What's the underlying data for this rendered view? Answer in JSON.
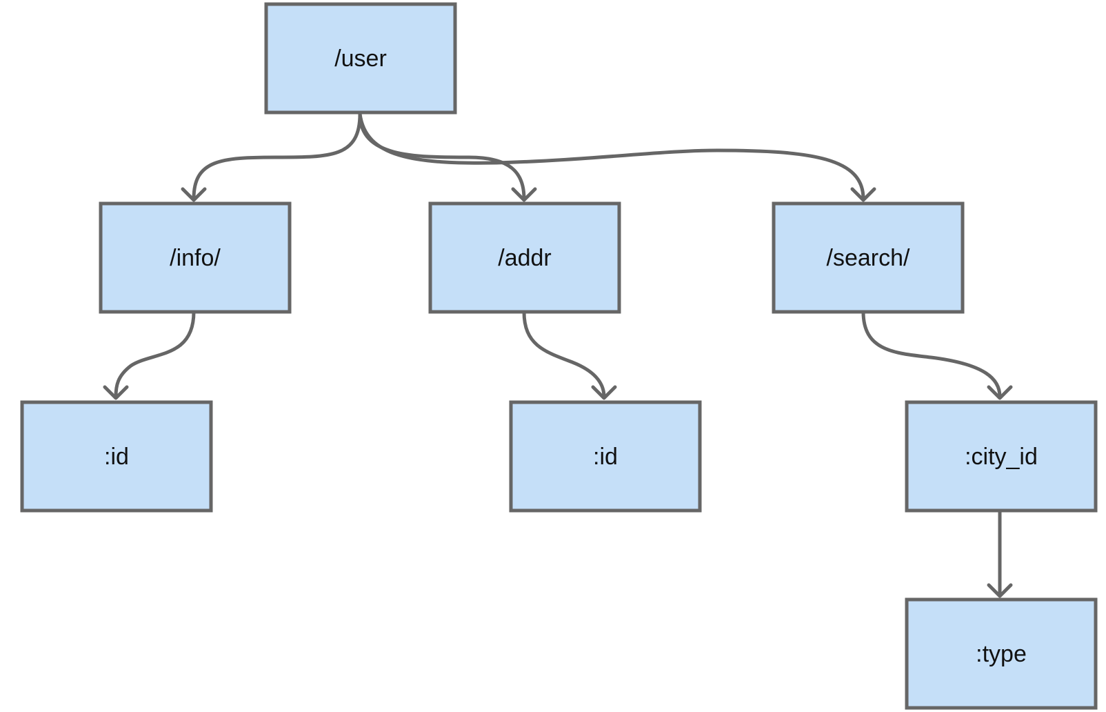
{
  "diagram": {
    "type": "tree",
    "colors": {
      "node_fill": "#c5dff8",
      "node_border": "#666666",
      "edge": "#666666",
      "text": "#111111"
    },
    "nodes": [
      {
        "id": "user",
        "label": "/user"
      },
      {
        "id": "info",
        "label": "/info/"
      },
      {
        "id": "addr",
        "label": "/addr"
      },
      {
        "id": "search",
        "label": "/search/"
      },
      {
        "id": "info_id",
        "label": ":id"
      },
      {
        "id": "addr_id",
        "label": ":id"
      },
      {
        "id": "city_id",
        "label": ":city_id"
      },
      {
        "id": "type",
        "label": ":type"
      }
    ],
    "edges": [
      {
        "from": "user",
        "to": "info"
      },
      {
        "from": "user",
        "to": "addr"
      },
      {
        "from": "user",
        "to": "search"
      },
      {
        "from": "info",
        "to": "info_id"
      },
      {
        "from": "addr",
        "to": "addr_id"
      },
      {
        "from": "search",
        "to": "city_id"
      },
      {
        "from": "city_id",
        "to": "type"
      }
    ]
  }
}
